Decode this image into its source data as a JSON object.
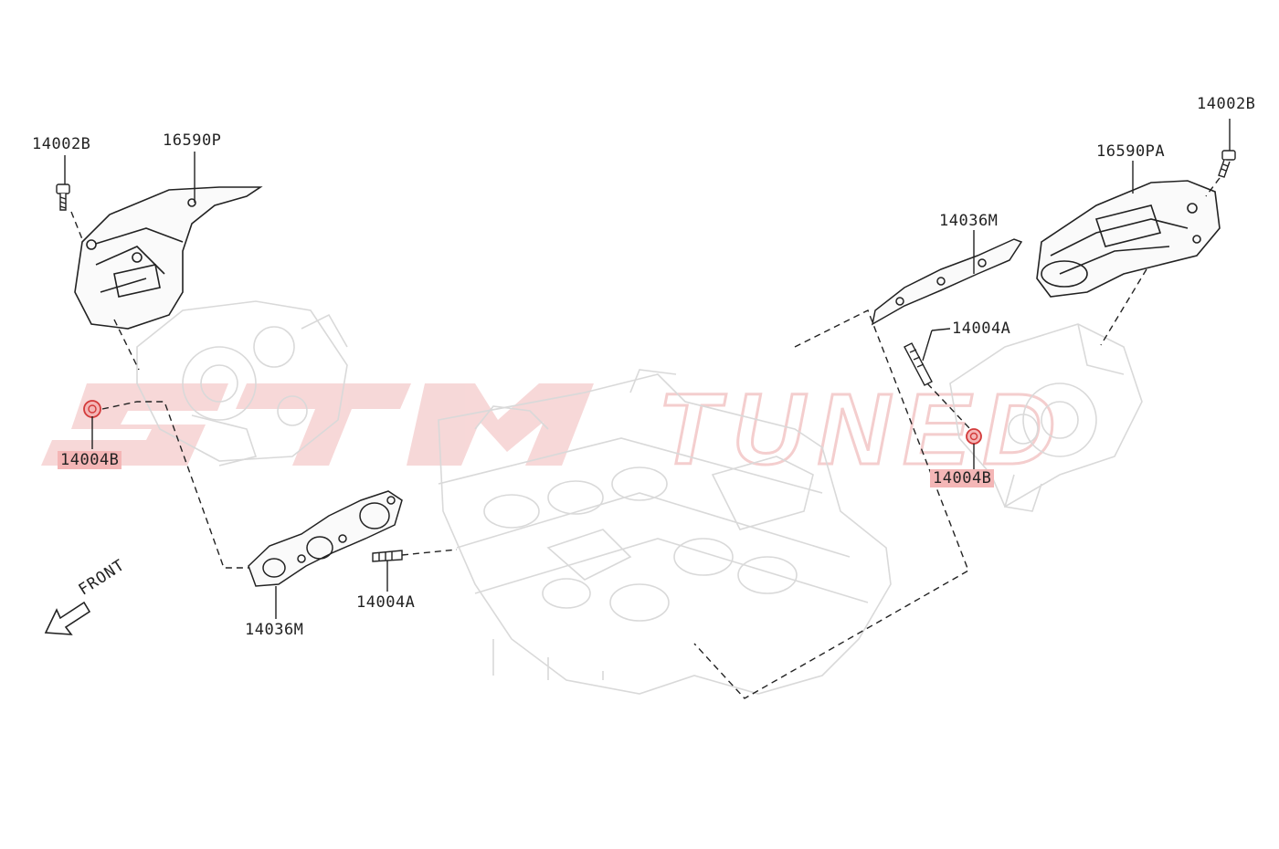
{
  "watermark": {
    "text": "STM TUNED",
    "color": "#f3c9c9"
  },
  "colors": {
    "highlight": "#f4b6b6",
    "line": "#222222",
    "ghost": "#d8d8d8",
    "marker": "#d33a3a"
  },
  "labels": {
    "l_14002b": "14002B",
    "l_16590p": "16590P",
    "l_14004b": "14004B",
    "l_14036m": "14036M",
    "l_14004a": "14004A",
    "r_14002b": "14002B",
    "r_16590pa": "16590PA",
    "r_14036m": "14036M",
    "r_14004a": "14004A",
    "r_14004b": "14004B"
  },
  "front_label": "FRONT",
  "highlighted_parts": [
    "14004B"
  ]
}
